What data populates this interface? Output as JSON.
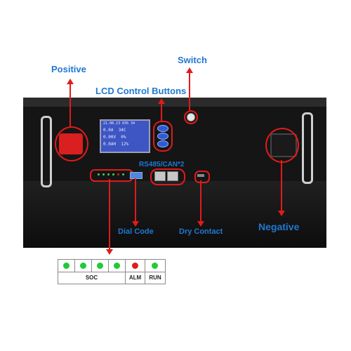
{
  "labels": {
    "positive": "Positive",
    "switch": "Switch",
    "lcd_buttons": "LCD Control Buttons",
    "negative": "Negative",
    "rs485": "RS485/CAN*2",
    "dial_code": "Dial Code",
    "dry_contact": "Dry Contact"
  },
  "lcd": {
    "rows": [
      {
        "left": "21.08.23",
        "right": "03% 34"
      },
      {
        "left": "0.0A",
        "right": "34C"
      },
      {
        "left": "0.00V",
        "right": "0%"
      },
      {
        "left": "0.0AH",
        "right": "12%"
      }
    ]
  },
  "legend": {
    "soc_label": "SOC",
    "alm_label": "ALM",
    "run_label": "RUN",
    "indicators": [
      {
        "color": "#22c93a"
      },
      {
        "color": "#22c93a"
      },
      {
        "color": "#22c93a"
      },
      {
        "color": "#22c93a"
      },
      {
        "color": "#e01b1b"
      },
      {
        "color": "#22c93a"
      }
    ]
  },
  "colors": {
    "callout_blue": "#1f78d1",
    "marker_red": "#e01b1b",
    "positive_terminal": "#d91f1f",
    "negative_terminal": "#1a1a1a"
  }
}
